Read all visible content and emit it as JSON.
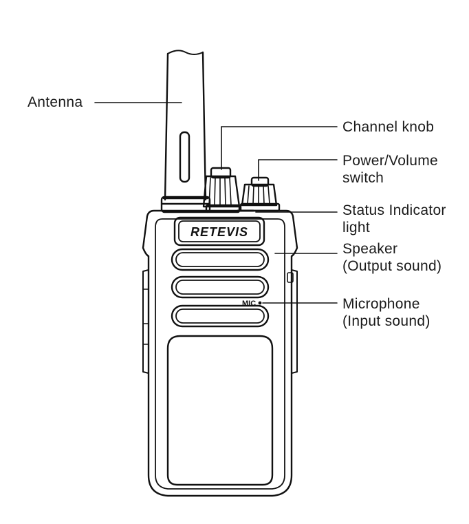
{
  "brand": "RETEVIS",
  "mic_mark": "MIC",
  "labels": {
    "antenna": "Antenna",
    "channel_knob": "Channel knob",
    "power_volume": {
      "line1": "Power/Volume",
      "line2": "switch"
    },
    "status_light": {
      "line1": "Status Indicator",
      "line2": "light"
    },
    "speaker": {
      "line1": "Speaker",
      "line2": "(Output sound)"
    },
    "microphone": {
      "line1": "Microphone",
      "line2": "(Input sound)"
    }
  },
  "colors": {
    "line": "#111111",
    "background": "#ffffff"
  }
}
